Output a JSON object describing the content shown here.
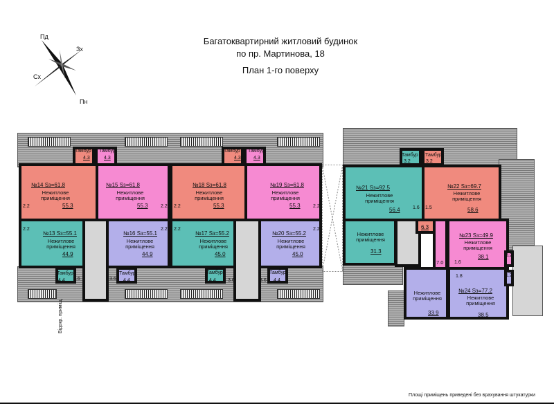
{
  "header": {
    "line1": "Багатоквартирний житловий будинок",
    "line2": "по пр. Мартинова, 18",
    "line3": "План 1-го поверху"
  },
  "compass": {
    "n": "Пд",
    "e": "Зх",
    "w": "Сх",
    "s": "Пн"
  },
  "room_type": "Нежитлове приміщення",
  "tambur": "Тамбур",
  "storage": "Відокр. приміщ.",
  "units": [
    {
      "id": "№14 Sз=61.8",
      "area": "55.3",
      "tambur": "4.3",
      "wc": "2.2"
    },
    {
      "id": "№15 Sз=61.8",
      "area": "55.3",
      "tambur": "4.3",
      "wc": "2.2"
    },
    {
      "id": "№13 Sз=55.1",
      "area": "44.9",
      "tambur": "4.4",
      "wc": "2.2",
      "storage": "3.6"
    },
    {
      "id": "№16 Sз=55.1",
      "area": "44.9",
      "tambur": "4.4",
      "wc": "2.2",
      "storage": "3.6"
    },
    {
      "id": "№18 Sз=61.8",
      "area": "55.3",
      "tambur": "4.3",
      "wc": "2.2"
    },
    {
      "id": "№19 Sз=61.8",
      "area": "55.3",
      "tambur": "4.3",
      "wc": "2.2"
    },
    {
      "id": "№17 Sз=55.2",
      "area": "45.0",
      "tambur": "4.4",
      "wc": "2.2",
      "storage": "3.6"
    },
    {
      "id": "№20 Sз=55.2",
      "area": "45.0",
      "tambur": "4.4",
      "wc": "2.2",
      "storage": "3.6"
    },
    {
      "id": "№21 Sз=92.5",
      "area": "56.4",
      "area2": "31.3",
      "tambur": "3.2",
      "wc": "1.6"
    },
    {
      "id": "№22 Sз=69.7",
      "area": "58.6",
      "area2": "6.3",
      "tambur": "3.2",
      "wc": "1.5"
    },
    {
      "id": "№23 Sз=49.9",
      "area": "38.1",
      "area2": "7.0",
      "tambur": "3.2",
      "wc": "1.6"
    },
    {
      "id": "№24 Sз=77.2",
      "area": "38.5",
      "area2": "33.9",
      "tambur": "1.2",
      "wc": "1.8"
    }
  ],
  "footnote": "Площі приміщень приведені без врахування штукатурки"
}
